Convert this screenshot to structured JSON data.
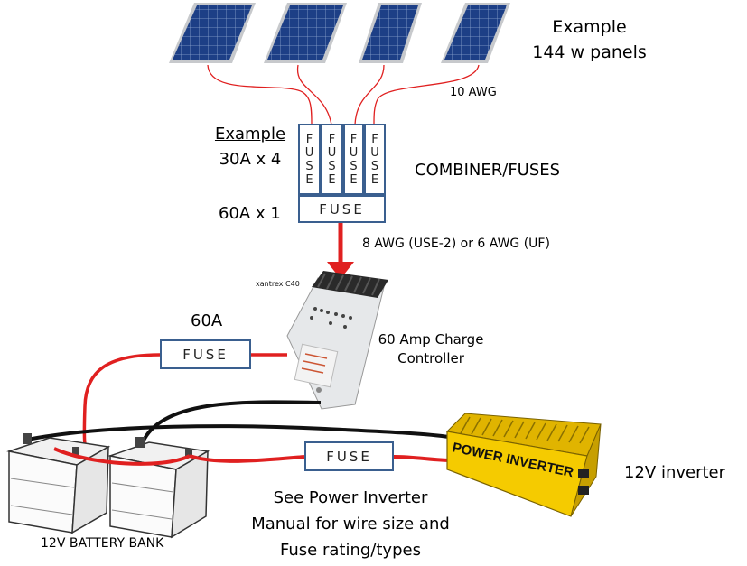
{
  "panels_label": {
    "line1": "Example",
    "line2": "144 w panels"
  },
  "wire_label_panels": "10 AWG",
  "combiner": {
    "example_label": "Example",
    "small_fuse_rating": "30A x 4",
    "main_fuse_rating": "60A x 1",
    "title": "COMBINER/FUSES",
    "small_fuse_letters": [
      "F",
      "U",
      "S",
      "E"
    ],
    "main_fuse_text": "FUSE"
  },
  "wire_label_combiner": "8 AWG (USE-2) or 6 AWG (UF)",
  "controller": {
    "brand": "xantrex C40",
    "label_line1": "60 Amp Charge",
    "label_line2": "Controller"
  },
  "battery_fuse": {
    "rating": "60A",
    "text": "FUSE"
  },
  "inverter_fuse": {
    "text": "FUSE"
  },
  "battery_bank_label": "12V BATTERY BANK",
  "inverter": {
    "body_text": "POWER INVERTER",
    "label": "12V inverter"
  },
  "inverter_note": {
    "line1": "See Power Inverter",
    "line2": "Manual for wire size and",
    "line3": "Fuse rating/types"
  },
  "colors": {
    "positive_wire": "#e02020",
    "negative_wire": "#111111",
    "fuse_border": "#3a5f8f",
    "panel": "#1c3f8a",
    "inverter": "#f2c500"
  }
}
